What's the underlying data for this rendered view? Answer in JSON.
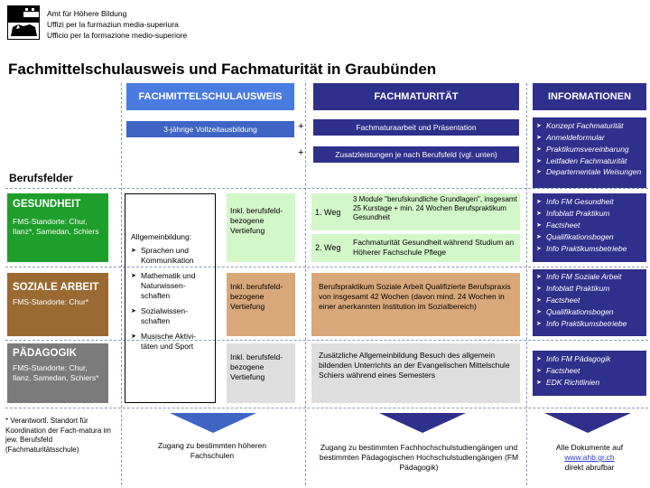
{
  "header": {
    "lines": [
      "Amt für Höhere Bildung",
      "Uffizi per la furmaziun media-superiura",
      "Ufficio per la formazione medio-superiore"
    ]
  },
  "title": "Fachmittelschulausweis und Fachmaturität in Graubünden",
  "columns": {
    "fms": "FACHMITTELSCHULAUSWEIS",
    "fm": "FACHMATURITÄT",
    "info": "INFORMATIONEN"
  },
  "top": {
    "vollzeit": "3-jährige Vollzeitausbildung",
    "fm_arbeit": "Fachmaturaarbeit und Präsentation",
    "zusatz": "Zusatzleistungen je nach Berufsfeld (vgl. unten)",
    "plus": "+"
  },
  "info_general": [
    "Konzept Fachmaturität",
    "Anmeldeformular",
    "Praktikumsvereinbarung",
    "Leitfaden Fachmaturität",
    "Departementale Weisungen"
  ],
  "berufsfelder_label": "Berufsfelder",
  "allgemeinbildung": {
    "title": "Allgemeinbildung:",
    "items": [
      "Sprachen und Kommunikation",
      "Mathematik und Naturwissen-schaften",
      "Sozialwissen-schaften",
      "Musische Aktivi-täten und Sport"
    ]
  },
  "sections": [
    {
      "title": "GESUNDHEIT",
      "sub": "FMS-Standorte: Chur, Ilanz*, Samedan, Schiers",
      "inkl": "Inkl. berufsfeld-bezogene Vertiefung",
      "weg1_label": "1. Weg",
      "weg1_text": "3 Module \"berufskundliche Grundlagen\", insgesamt 25 Kurstage + min. 24 Wochen Berufspraktikum Gesundheit",
      "weg2_label": "2. Weg",
      "weg2_text": "Fachmaturität Gesundheit während Studium an Höherer Fachschule Pflege",
      "info": [
        "Info FM Gesundheit",
        "Infoblatt Praktikum",
        "Factsheet",
        "Qualifikationsbogen",
        "Info Praktikumsbetriebe"
      ]
    },
    {
      "title": "SOZIALE ARBEIT",
      "sub": "FMS-Standorte: Chur*",
      "inkl": "Inkl. berufsfeld-bezogene Vertiefung",
      "fm_text": "Berufspraktikum Soziale Arbeit Qualifizierte Berufspraxis von insgesamt 42 Wochen (davon mind. 24 Wochen in einer anerkannten Institution im Sozialbereich)",
      "info": [
        "Info FM Soziale Arbeit",
        "Infoblatt Praktikum",
        "Factsheet",
        "Qualifikationsbogen",
        "Info Praktikumsbetriebe"
      ]
    },
    {
      "title": "PÄDAGOGIK",
      "sub": "FMS-Standorte: Chur, Ilanz, Samedan, Schiers*",
      "inkl": "Inkl. berufsfeld-bezogene Vertiefung",
      "fm_text": "Zusätzliche Allgemeinbildung Besuch des allgemein bildenden Unterrichts an der Evangelischen Mittelschule Schiers während eines Semesters",
      "info": [
        "Info FM Pädagogik",
        "Factsheet",
        "EDK Richtlinien"
      ]
    }
  ],
  "footnote": "* Verantwortl. Standort für Koordination der Fach-matura im jew. Berufsfeld (Fachmaturitätsschule)",
  "bottom": {
    "fms": "Zugang zu bestimmten höheren Fachschulen",
    "fm": "Zugang zu bestimmten Fachhochschulstudiengängen und bestimmten Pädagogischen Hochschulstudiengängen (FM Pädagogik)",
    "info_line1": "Alle Dokumente auf",
    "info_link": "www.ahb.gr.ch",
    "info_line3": "direkt abrufbar"
  },
  "colors": {
    "fms_head": "#4a7be0",
    "fm_head": "#2f2f8c",
    "info_head": "#2f2f8c",
    "gesundheit": "#1e9e2a",
    "gesundheit_light": "#d2f7c8",
    "soziale": "#9a6a32",
    "soziale_light": "#d9a87a",
    "paedagogik": "#7b7b7b",
    "paedagogik_light": "#dedede"
  }
}
